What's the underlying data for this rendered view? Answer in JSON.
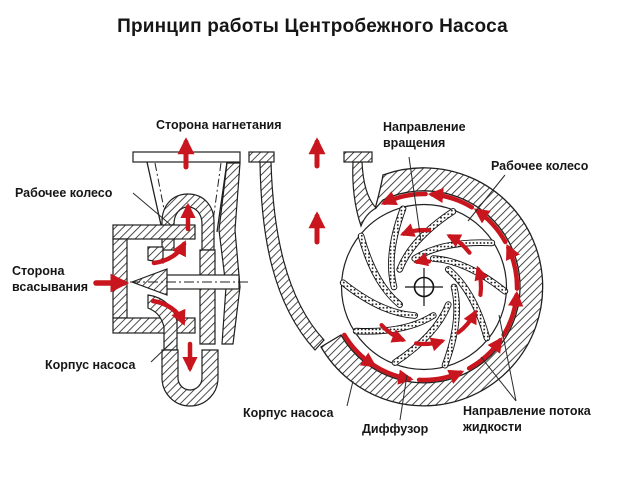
{
  "title": "Принцип работы Центробежного Насоса",
  "colors": {
    "arrow_red": "#c9151d",
    "line_dark": "#1f1f1f"
  },
  "left_diagram": {
    "labels": {
      "discharge_side": "Сторона нагнетания",
      "impeller": "Рабочее колесо",
      "suction_side": "Сторона\nвсасывания",
      "pump_casing": "Корпус насоса"
    }
  },
  "right_diagram": {
    "labels": {
      "rotation_direction": "Направление\nвращения",
      "impeller": "Рабочее колесо",
      "pump_casing": "Корпус насоса",
      "diffuser": "Диффузор",
      "flow_direction": "Направление потока\nжидкости"
    }
  }
}
